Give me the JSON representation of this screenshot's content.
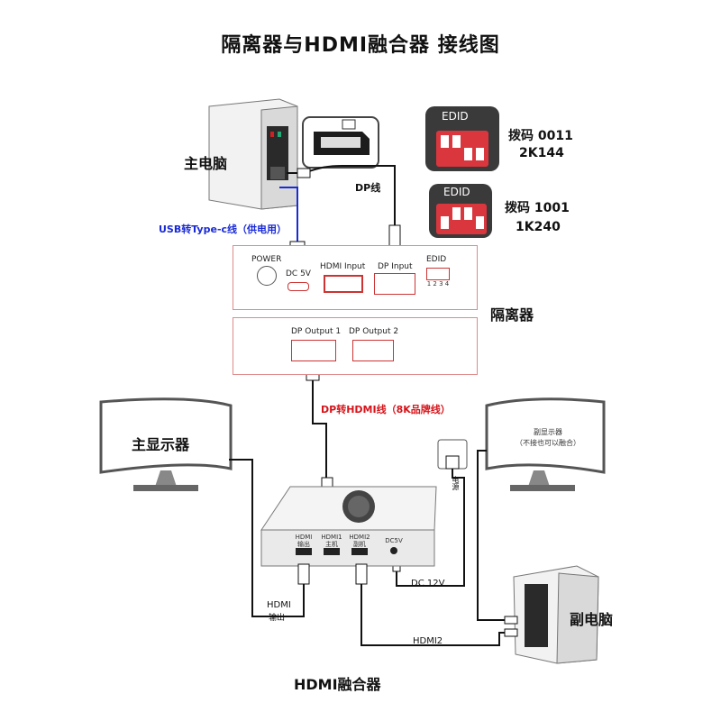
{
  "title": "隔离器与HDMI融合器 接线图",
  "labels": {
    "main_pc": "主电脑",
    "sub_pc": "副电脑",
    "isolator": "隔离器",
    "fusion": "HDMI融合器",
    "main_monitor": "主显示器",
    "sub_monitor_line1": "副显示器",
    "sub_monitor_line2": "（不接也可以融合）"
  },
  "edid": {
    "chip_text": "EDID",
    "code1_label": "拨码 0011",
    "code1_mode": "2K144",
    "code2_label": "拨码 1001",
    "code2_mode": "1K240"
  },
  "cables": {
    "dp_cable": "DP线",
    "usb_typec": "USB转Type-c线（供电用）",
    "dp_to_hdmi": "DP转HDMI线（8K品牌线）",
    "power": "电源",
    "dc12v": "DC 12V",
    "hdmi_out_1": "HDMI",
    "hdmi_out_2": "输出",
    "hdmi2": "HDMI2"
  },
  "isolator_ports": {
    "power": "POWER",
    "dc5v": "DC 5V",
    "hdmi_input": "HDMI Input",
    "dp_input": "DP Input",
    "edid": "EDID",
    "dip_numbers": "1 2 3 4",
    "dp_output1": "DP Output 1",
    "dp_output2": "DP Output 2"
  },
  "fusion_ports": {
    "hdmi_out": "HDMI",
    "hdmi_out_sub": "输出",
    "hdmi1": "HDMI1",
    "hdmi1_sub": "主机",
    "hdmi2": "HDMI2",
    "hdmi2_sub": "副机",
    "dcv": "DC5V"
  },
  "colors": {
    "blue_text": "#1a2bd6",
    "red_text": "#d6141a",
    "isolator_outline": "#e08a8a",
    "edid_switch_red": "#d9363e"
  }
}
